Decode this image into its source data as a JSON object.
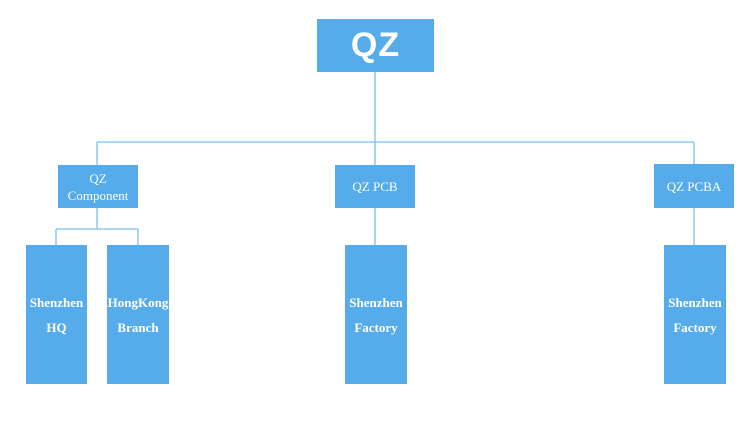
{
  "org_chart": {
    "root": {
      "label": "QZ"
    },
    "divisions": [
      {
        "label": "QZ\nComponent",
        "units": [
          {
            "label": "Shenzhen\nHQ"
          },
          {
            "label": "HongKong\nBranch"
          }
        ]
      },
      {
        "label": "QZ  PCB",
        "units": [
          {
            "label": "Shenzhen\nFactory"
          }
        ]
      },
      {
        "label": "QZ  PCBA",
        "units": [
          {
            "label": "Shenzhen\nFactory"
          }
        ]
      }
    ],
    "colors": {
      "box_fill": "#56acea",
      "box_text": "#ffffff",
      "connector": "#7cc0ef"
    }
  }
}
